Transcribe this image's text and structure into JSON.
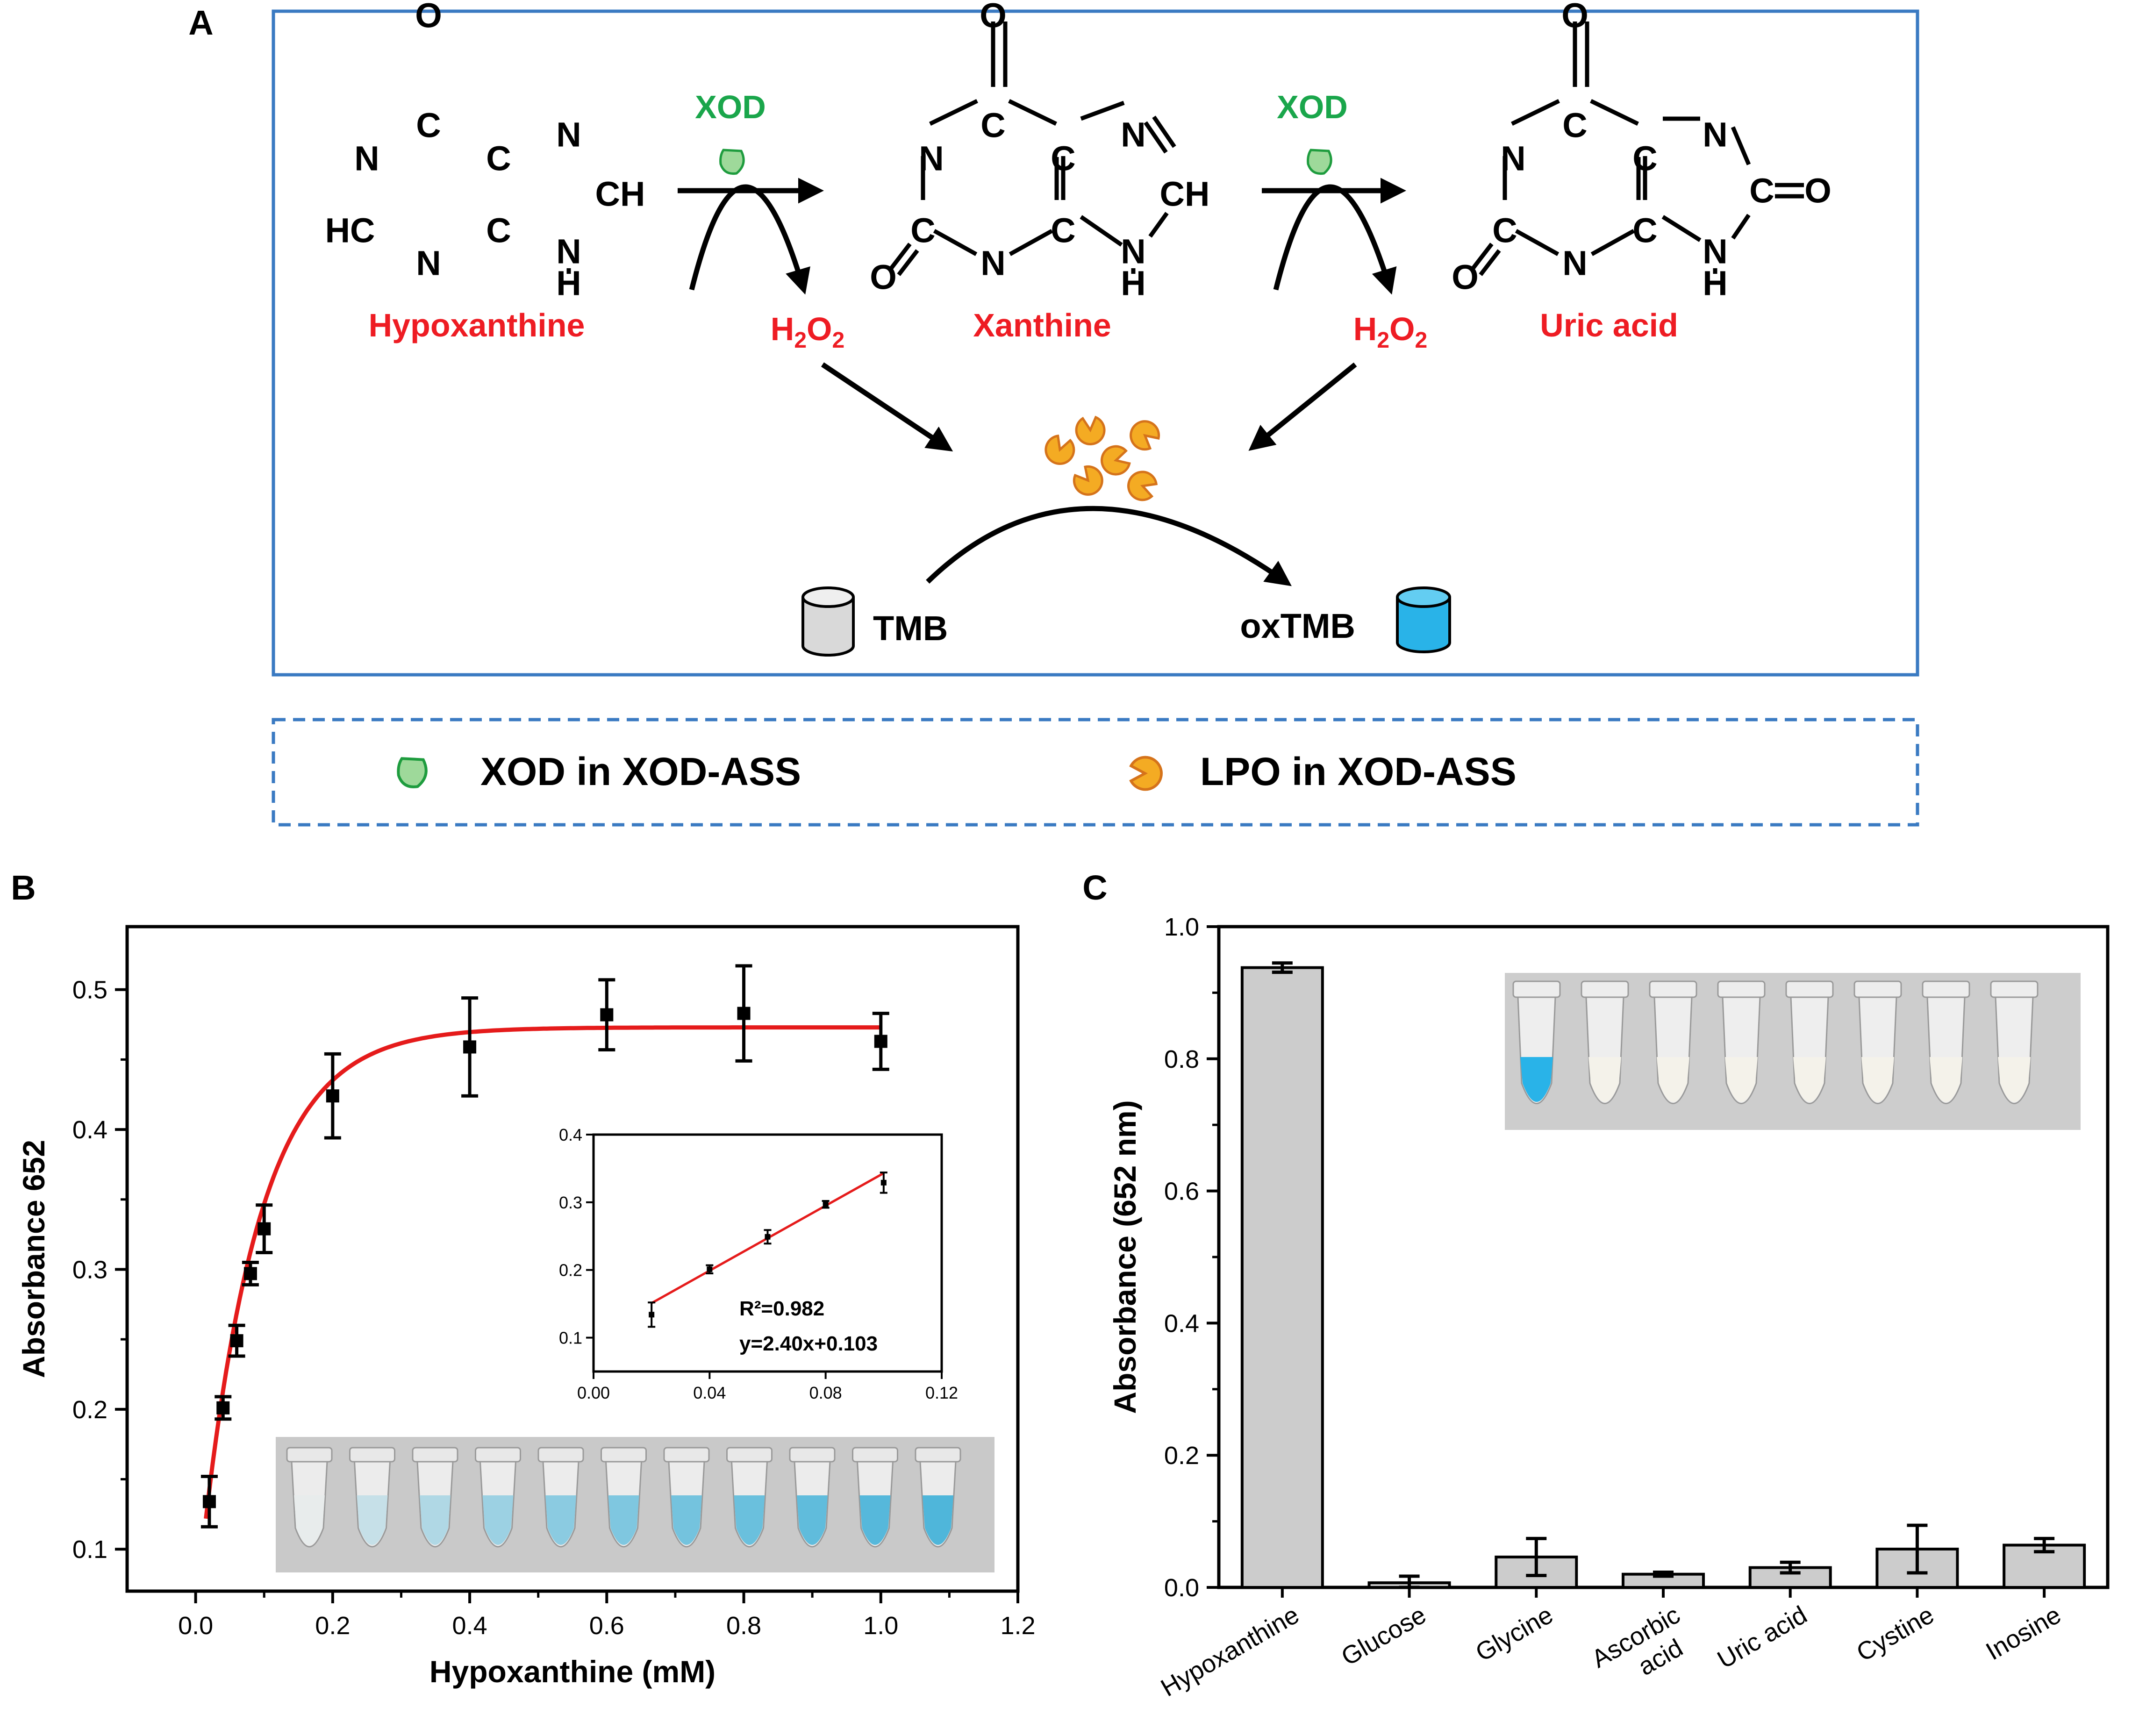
{
  "panel_labels": {
    "a": "A",
    "b": "B",
    "c": "C"
  },
  "scheme": {
    "enzyme": "XOD",
    "compounds": {
      "hypoxanthine": "Hypoxanthine",
      "xanthine": "Xanthine",
      "uric_acid": "Uric acid"
    },
    "h2o2": {
      "main": "H",
      "sub1": "2",
      "mid": "O",
      "sub2": "2"
    },
    "substrate": "TMB",
    "product": "oxTMB",
    "atoms": {
      "O": "O",
      "N": "N",
      "C": "C",
      "H": "H",
      "HC": "HC",
      "CH": "CH"
    }
  },
  "legend": {
    "xod": "XOD in XOD-ASS",
    "lpo": "LPO in XOD-ASS"
  },
  "colors": {
    "box": "#3a7ac2",
    "red_label": "#ee1c23",
    "green_label": "#1aa64b",
    "xod_fill": "#9ed99a",
    "xod_stroke": "#1e9c3e",
    "lpo_fill": "#f4ab23",
    "lpo_stroke": "#d5731b",
    "fit_line": "#e51b1b",
    "bar_fill": "#cccccc",
    "blue_tube": "#29b3e8",
    "photo_bg": "#c9c9c9"
  },
  "chart_data": [
    {
      "type": "scatter",
      "title": "",
      "xlabel": "Hypoxanthine (mM)",
      "ylabel": "Absorbance 652",
      "xlim": [
        -0.1,
        1.2
      ],
      "ylim": [
        0.07,
        0.545
      ],
      "xticks": [
        "0.0",
        "0.2",
        "0.4",
        "0.6",
        "0.8",
        "1.0",
        "1.2"
      ],
      "yticks": [
        "0.1",
        "0.2",
        "0.3",
        "0.4",
        "0.5"
      ],
      "x": [
        0.02,
        0.04,
        0.06,
        0.08,
        0.1,
        0.2,
        0.4,
        0.6,
        0.8,
        1.0
      ],
      "y": [
        0.134,
        0.201,
        0.249,
        0.297,
        0.329,
        0.424,
        0.459,
        0.482,
        0.483,
        0.463
      ],
      "err": [
        0.018,
        0.008,
        0.011,
        0.008,
        0.017,
        0.03,
        0.035,
        0.025,
        0.034,
        0.02
      ],
      "fit": "exponential rise",
      "grid": false
    },
    {
      "type": "scatter",
      "title": "",
      "xlabel": "",
      "ylabel": "",
      "xlim": [
        0.0,
        0.12
      ],
      "ylim": [
        0.05,
        0.4
      ],
      "xticks": [
        "0.00",
        "0.04",
        "0.08",
        "0.12"
      ],
      "yticks": [
        "0.1",
        "0.2",
        "0.3",
        "0.4"
      ],
      "x": [
        0.02,
        0.04,
        0.06,
        0.08,
        0.1
      ],
      "y": [
        0.134,
        0.201,
        0.249,
        0.297,
        0.329
      ],
      "err": [
        0.018,
        0.006,
        0.01,
        0.005,
        0.015
      ],
      "fit_slope": 2.4,
      "fit_intercept": 0.103,
      "annotations": [
        "R²=0.982",
        "y=2.40x+0.103"
      ],
      "grid": false
    },
    {
      "type": "bar",
      "title": "",
      "xlabel": "",
      "ylabel": "Absorbance (652 nm)",
      "ylim": [
        0.0,
        1.0
      ],
      "yticks": [
        "0.0",
        "0.2",
        "0.4",
        "0.6",
        "0.8",
        "1.0"
      ],
      "categories": [
        "Hypoxanthine",
        "Glucose",
        "Glycine",
        "Ascorbic acid",
        "Uric acid",
        "Cystine",
        "Inosine"
      ],
      "values": [
        0.938,
        0.007,
        0.046,
        0.02,
        0.03,
        0.058,
        0.064
      ],
      "err": [
        0.007,
        0.01,
        0.028,
        0.003,
        0.008,
        0.036,
        0.01
      ],
      "grid": false
    }
  ]
}
